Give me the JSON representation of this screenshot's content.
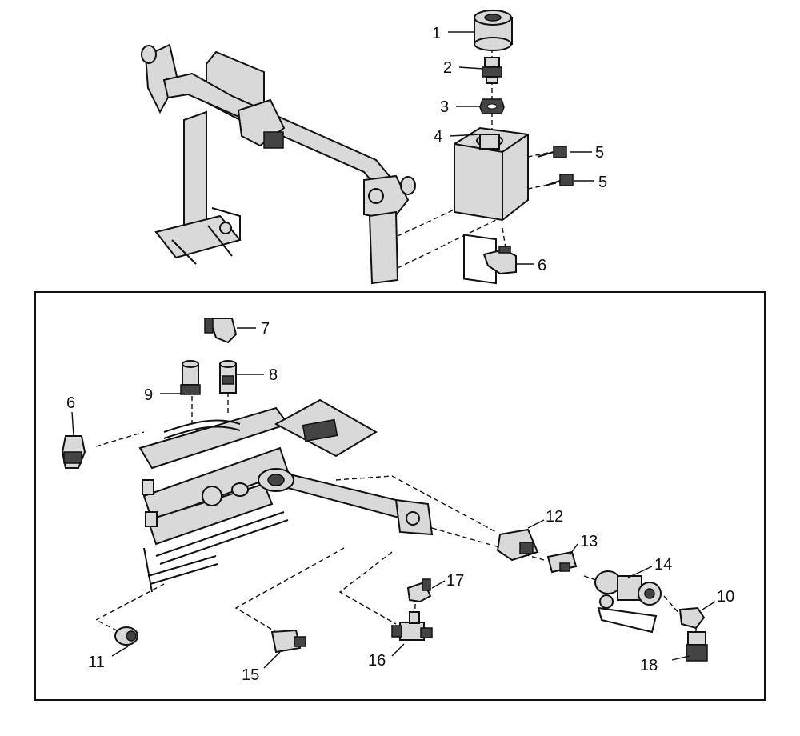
{
  "callouts": {
    "c1": "1",
    "c2": "2",
    "c3": "3",
    "c4": "4",
    "c5a": "5",
    "c5b": "5",
    "c6a": "6",
    "c6b": "6",
    "c7": "7",
    "c8": "8",
    "c9": "9",
    "c10": "10",
    "c11": "11",
    "c12": "12",
    "c13": "13",
    "c14": "14",
    "c15": "15",
    "c16": "16",
    "c17": "17",
    "c18": "18"
  },
  "colors": {
    "line": "#111111",
    "part": "#d9d9d9",
    "dark": "#444444",
    "background": "#ffffff"
  }
}
